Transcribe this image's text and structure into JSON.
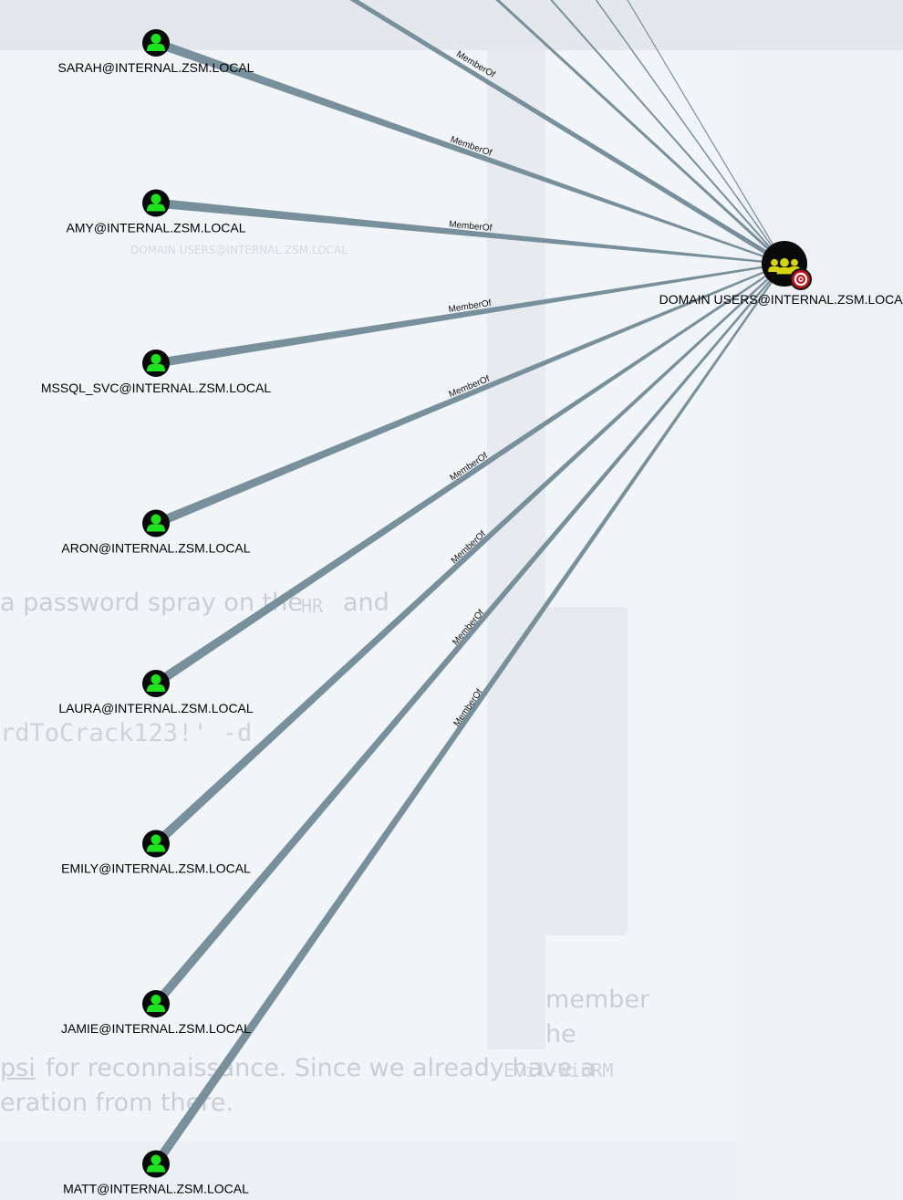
{
  "graph": {
    "target": {
      "label": "DOMAIN USERS@INTERNAL.ZSM.LOCAL",
      "icon": "group-icon",
      "badge_icon": "target-icon",
      "fill_color": "#d4d40f",
      "badge_color": "#c0121b"
    },
    "edge_label": "MemberOf",
    "edge_color": "#78909c",
    "user_fill_color": "#1ee21e",
    "users": [
      {
        "label": "SARAH@INTERNAL.ZSM.LOCAL",
        "edge": "MemberOf"
      },
      {
        "label": "AMY@INTERNAL.ZSM.LOCAL",
        "edge": "MemberOf"
      },
      {
        "label": "MSSQL_SVC@INTERNAL.ZSM.LOCAL",
        "edge": "MemberOf"
      },
      {
        "label": "ARON@INTERNAL.ZSM.LOCAL",
        "edge": "MemberOf"
      },
      {
        "label": "LAURA@INTERNAL.ZSM.LOCAL",
        "edge": "MemberOf"
      },
      {
        "label": "EMILY@INTERNAL.ZSM.LOCAL",
        "edge": "MemberOf"
      },
      {
        "label": "JAMIE@INTERNAL.ZSM.LOCAL",
        "edge": "MemberOf"
      },
      {
        "label": "MATT@INTERNAL.ZSM.LOCAL",
        "edge": "MemberOf"
      }
    ],
    "offscreen_edge_labels": [
      "MemberOf"
    ]
  },
  "background": {
    "faded_node_label": "DOMAIN USERS@INTERNAL.ZSM.LOCAL",
    "text_spray": "a password spray on the",
    "code_hr": "HR",
    "text_and": "and",
    "code_command": "rdToCrack123!' -d",
    "text_member": "member",
    "text_he": "he",
    "text_recon": "for reconnaissance. Since we already have a",
    "code_evil": "Evil-WinRM",
    "text_psi": "psi",
    "text_from": "eration from there."
  }
}
